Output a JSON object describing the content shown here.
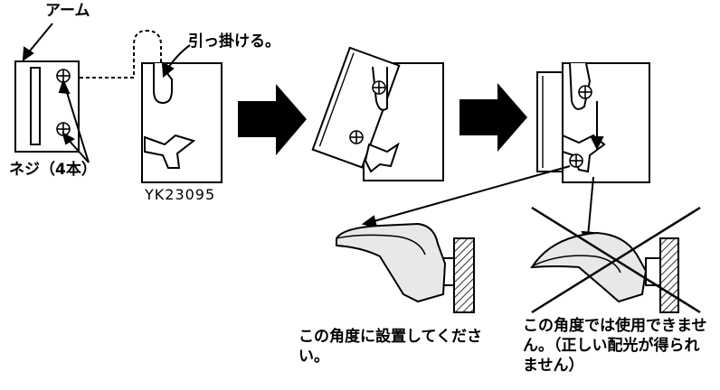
{
  "labels": {
    "arm": "アーム",
    "hook": "引っ掛ける。",
    "screws": "ネジ（4本）",
    "model": "YK23095"
  },
  "captions": {
    "correct": "この角度に設置してください。",
    "incorrect": "この角度では使用できません。（正しい配光が得られません）"
  },
  "colors": {
    "ink": "#000000",
    "paper": "#ffffff",
    "fixture_shade": "#e8e8e8",
    "arrow": "#000000"
  },
  "icons": [
    "screw-icon",
    "big-arrow-icon",
    "cross-mark-icon",
    "wall-hatch-icon"
  ]
}
